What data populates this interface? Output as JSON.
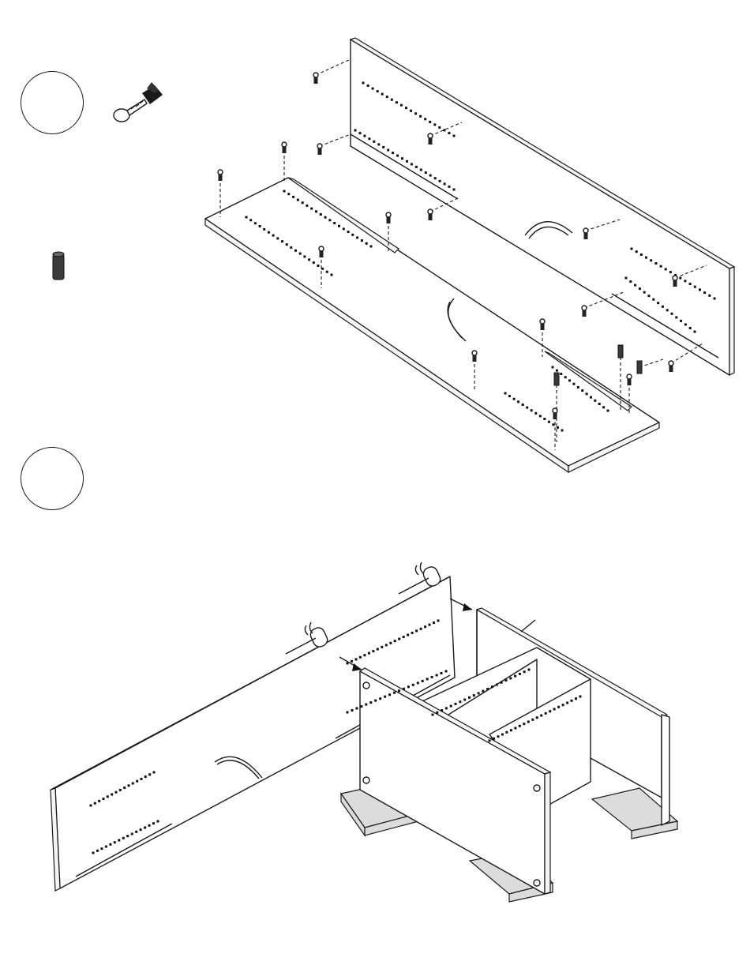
{
  "document": {
    "type": "assembly-instructions",
    "steps": [
      {
        "id": "step-a",
        "number": ""
      },
      {
        "id": "step-b",
        "number": ""
      }
    ],
    "parts": [
      {
        "name": "cam-lock-bolt",
        "icon": "cam-bolt-icon",
        "quantity": ""
      },
      {
        "name": "wooden-dowel",
        "icon": "dowel-icon",
        "quantity": ""
      }
    ],
    "colors": {
      "line": "#1a1a1a",
      "paper": "#ffffff",
      "block": "#dcdcdc",
      "dowel": "#3a3a3a"
    }
  }
}
